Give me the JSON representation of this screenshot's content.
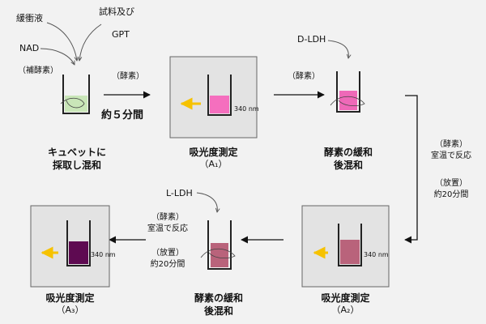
{
  "reagents": {
    "buffer": "緩衝液",
    "sample_gpt": "試料及び\nGPT",
    "sample": "試料及び",
    "gpt": "GPT",
    "nad": "NAD"
  },
  "labels": {
    "reagent_paren": "（補酵素）",
    "enzyme_paren_1": "（酵素）",
    "enzyme_paren_2": "（酵素）",
    "approx_5min": "約５分間",
    "d_ldh": "D-LDH",
    "l_ldh": "L-LDH",
    "enzyme_paren_3": "（酵素）",
    "room_temp_react": "室温で反応",
    "standing": "（放置）",
    "approx_20min": "約20分間",
    "enzyme_paren_4": "（酵素）",
    "room_temp_react_2": "室温で反応",
    "standing_2": "（放置）",
    "approx_20min_2": "約20分間",
    "wavelength": "340 nm"
  },
  "steps": {
    "step1": "キュベットに\n採取し混和",
    "step2_title": "吸光度測定",
    "step2_sub": "（A₁）",
    "step3": "酵素の緩和\n後混和",
    "step4_title": "吸光度測定",
    "step4_sub": "（A₂）",
    "step5": "酵素の緩和\n後混和",
    "step6_title": "吸光度測定",
    "step6_sub": "（A₃）"
  },
  "colors": {
    "cuvette1": "#c9e6b8",
    "cuvette2": "#f56fbe",
    "cuvette3": "#ee69b8",
    "cuvette4": "#b9637b",
    "cuvette5": "#b9637b",
    "cuvette6": "#5e0a51",
    "box": "#e3e3e3",
    "arrow_light": "#f6c200"
  }
}
